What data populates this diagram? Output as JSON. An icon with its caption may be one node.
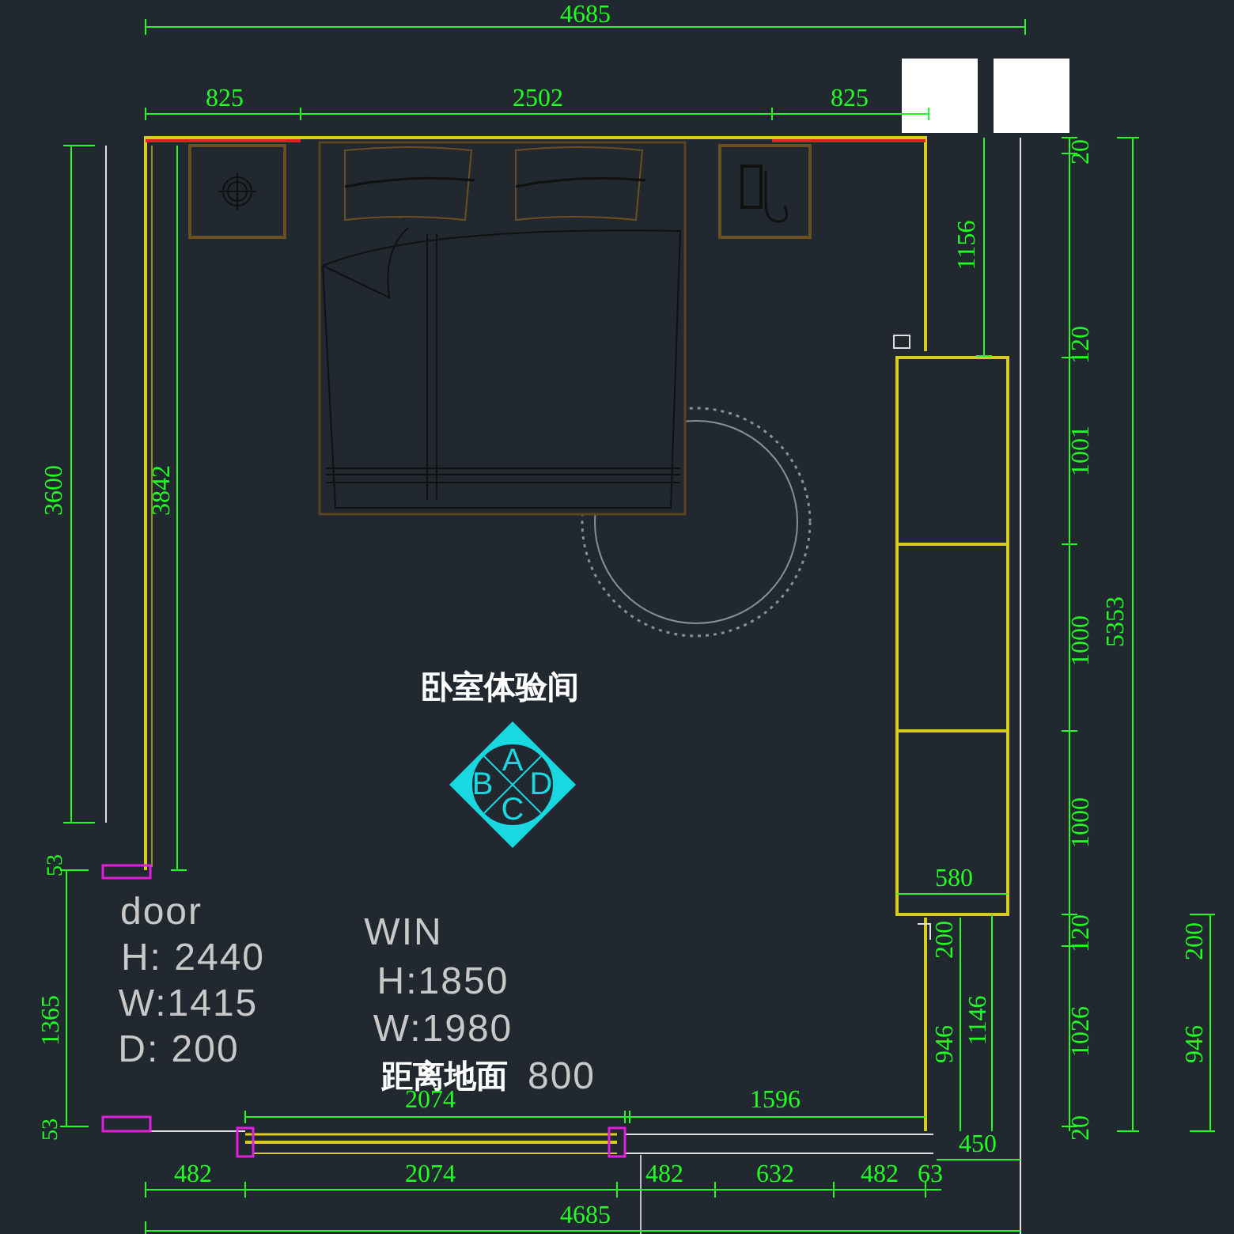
{
  "diagram": {
    "labels": [
      "4685",
      "825",
      "2502",
      "825",
      "20",
      "1156",
      "120",
      "1001",
      "3600",
      "3842",
      "1000",
      "5353",
      "卧室体验间",
      "A",
      "B",
      "D",
      "C",
      "1000",
      "53",
      "580",
      "door",
      "WIN",
      "200",
      "120",
      "200",
      "H: 2440",
      "H:1850",
      "1365",
      "W:1415",
      "D: 200",
      "W:1980",
      "946",
      "1146",
      "1026",
      "946",
      "距离地面",
      "800",
      "2074",
      "1596",
      "53",
      "20",
      "450",
      "482",
      "2074",
      "482",
      "632",
      "482",
      "63",
      "4685"
    ]
  }
}
